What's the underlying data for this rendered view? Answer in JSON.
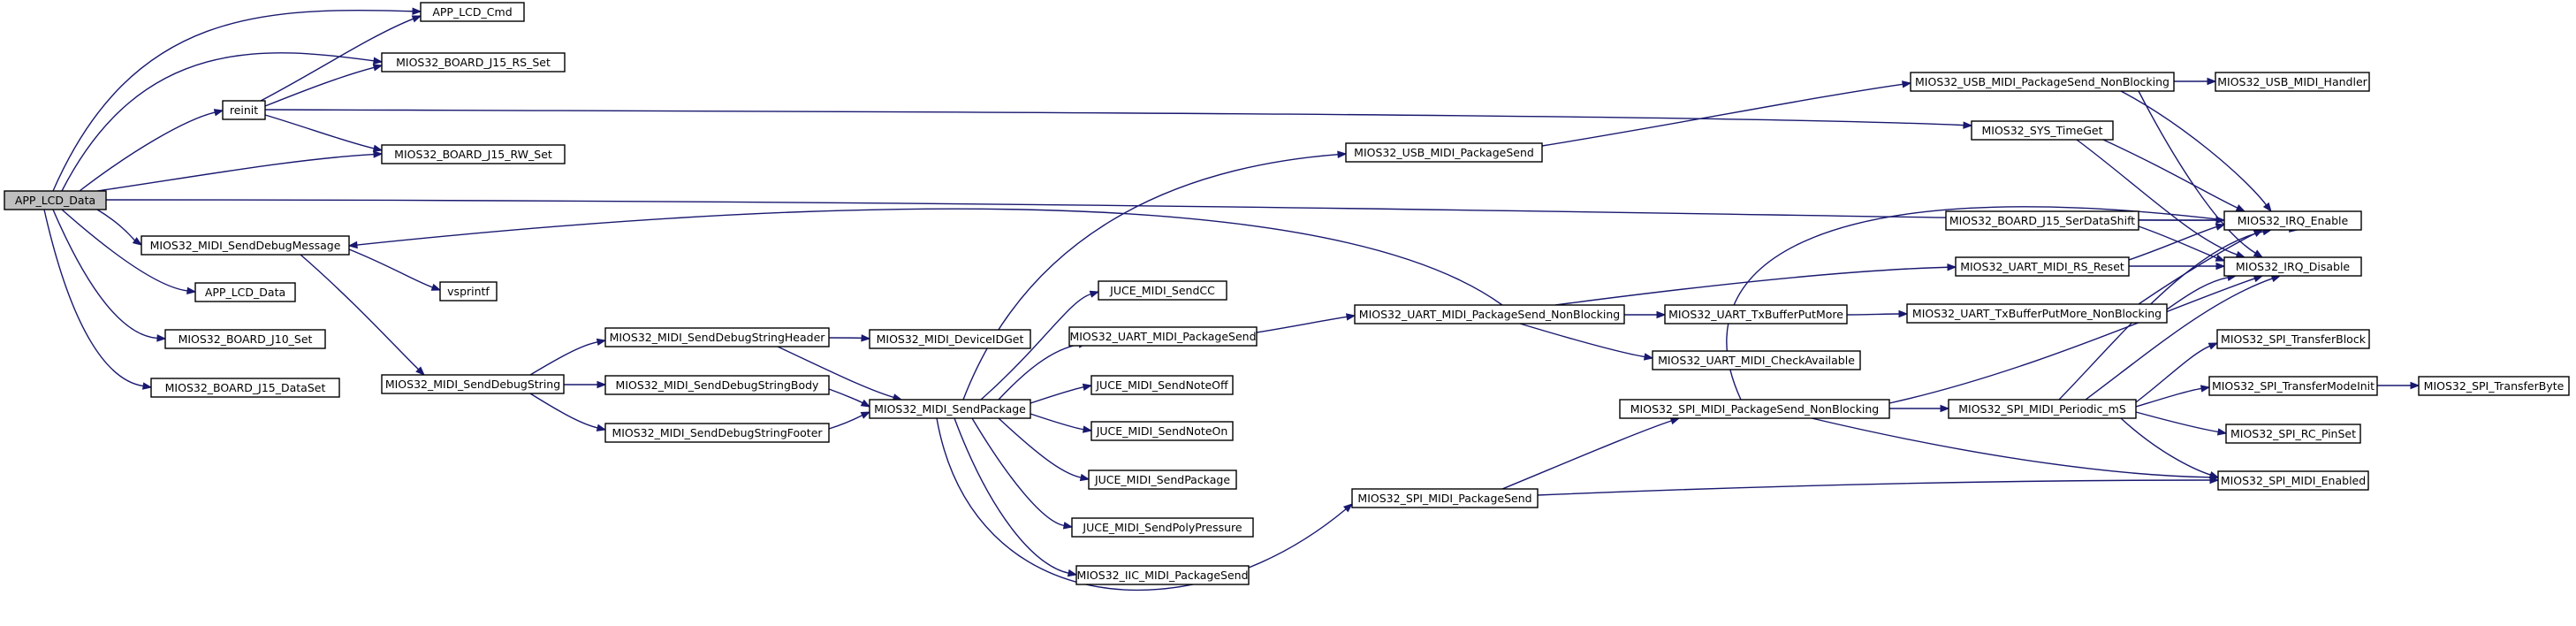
{
  "graph": {
    "root": "APP_LCD_Data",
    "edge_color": "#191970",
    "root_fill": "#bfbfbf",
    "nodes": [
      {
        "id": "app_lcd_data_root",
        "label": "APP_LCD_Data",
        "root": true
      },
      {
        "id": "app_lcd_cmd",
        "label": "APP_LCD_Cmd"
      },
      {
        "id": "mios32_board_j15_rs_set",
        "label": "MIOS32_BOARD_J15_RS_Set"
      },
      {
        "id": "reinit",
        "label": "reinit"
      },
      {
        "id": "mios32_board_j15_rw_set",
        "label": "MIOS32_BOARD_J15_RW_Set"
      },
      {
        "id": "mios32_midi_senddebugmessage",
        "label": "MIOS32_MIDI_SendDebugMessage"
      },
      {
        "id": "app_lcd_data",
        "label": "APP_LCD_Data"
      },
      {
        "id": "mios32_board_j10_set",
        "label": "MIOS32_BOARD_J10_Set"
      },
      {
        "id": "mios32_board_j15_dataset",
        "label": "MIOS32_BOARD_J15_DataSet"
      },
      {
        "id": "vsprintf",
        "label": "vsprintf"
      },
      {
        "id": "mios32_midi_senddebugstring",
        "label": "MIOS32_MIDI_SendDebugString"
      },
      {
        "id": "mios32_midi_senddebugstringheader",
        "label": "MIOS32_MIDI_SendDebugStringHeader"
      },
      {
        "id": "mios32_midi_senddebugstringbody",
        "label": "MIOS32_MIDI_SendDebugStringBody"
      },
      {
        "id": "mios32_midi_senddebugstringfooter",
        "label": "MIOS32_MIDI_SendDebugStringFooter"
      },
      {
        "id": "mios32_midi_deviceidget",
        "label": "MIOS32_MIDI_DeviceIDGet"
      },
      {
        "id": "mios32_midi_sendpackage",
        "label": "MIOS32_MIDI_SendPackage"
      },
      {
        "id": "mios32_usb_midi_packagesend",
        "label": "MIOS32_USB_MIDI_PackageSend"
      },
      {
        "id": "juce_midi_sendcc",
        "label": "JUCE_MIDI_SendCC"
      },
      {
        "id": "mios32_uart_midi_packagesend",
        "label": "MIOS32_UART_MIDI_PackageSend"
      },
      {
        "id": "juce_midi_sendnoteoff",
        "label": "JUCE_MIDI_SendNoteOff"
      },
      {
        "id": "juce_midi_sendnoteon",
        "label": "JUCE_MIDI_SendNoteOn"
      },
      {
        "id": "juce_midi_sendpackage",
        "label": "JUCE_MIDI_SendPackage"
      },
      {
        "id": "juce_midi_sendpolypressure",
        "label": "JUCE_MIDI_SendPolyPressure"
      },
      {
        "id": "mios32_iic_midi_packagesend",
        "label": "MIOS32_IIC_MIDI_PackageSend"
      },
      {
        "id": "mios32_spi_midi_packagesend",
        "label": "MIOS32_SPI_MIDI_PackageSend"
      },
      {
        "id": "mios32_uart_midi_packagesend_nonblocking",
        "label": "MIOS32_UART_MIDI_PackageSend_NonBlocking"
      },
      {
        "id": "mios32_spi_midi_packagesend_nonblocking",
        "label": "MIOS32_SPI_MIDI_PackageSend_NonBlocking"
      },
      {
        "id": "mios32_usb_midi_packagesend_nonblocking",
        "label": "MIOS32_USB_MIDI_PackageSend_NonBlocking"
      },
      {
        "id": "mios32_sys_timeget",
        "label": "MIOS32_SYS_TimeGet"
      },
      {
        "id": "mios32_board_j15_serdatashift",
        "label": "MIOS32_BOARD_J15_SerDataShift"
      },
      {
        "id": "mios32_uart_midi_rs_reset",
        "label": "MIOS32_UART_MIDI_RS_Reset"
      },
      {
        "id": "mios32_uart_txbufferputmore",
        "label": "MIOS32_UART_TxBufferPutMore"
      },
      {
        "id": "mios32_uart_midi_checkavailable",
        "label": "MIOS32_UART_MIDI_CheckAvailable"
      },
      {
        "id": "mios32_spi_midi_periodic_ms",
        "label": "MIOS32_SPI_MIDI_Periodic_mS"
      },
      {
        "id": "mios32_usb_midi_handler",
        "label": "MIOS32_USB_MIDI_Handler"
      },
      {
        "id": "mios32_uart_txbufferputmore_nonblocking",
        "label": "MIOS32_UART_TxBufferPutMore_NonBlocking"
      },
      {
        "id": "mios32_irq_enable",
        "label": "MIOS32_IRQ_Enable"
      },
      {
        "id": "mios32_irq_disable",
        "label": "MIOS32_IRQ_Disable"
      },
      {
        "id": "mios32_spi_transferblock",
        "label": "MIOS32_SPI_TransferBlock"
      },
      {
        "id": "mios32_spi_transfermodeinit",
        "label": "MIOS32_SPI_TransferModeInit"
      },
      {
        "id": "mios32_spi_rc_pinset",
        "label": "MIOS32_SPI_RC_PinSet"
      },
      {
        "id": "mios32_spi_midi_enabled",
        "label": "MIOS32_SPI_MIDI_Enabled"
      },
      {
        "id": "mios32_spi_transferbyte",
        "label": "MIOS32_SPI_TransferByte"
      }
    ],
    "edges": [
      [
        "app_lcd_data_root",
        "app_lcd_cmd"
      ],
      [
        "app_lcd_data_root",
        "mios32_board_j15_rs_set"
      ],
      [
        "app_lcd_data_root",
        "reinit"
      ],
      [
        "app_lcd_data_root",
        "mios32_board_j15_rw_set"
      ],
      [
        "app_lcd_data_root",
        "mios32_irq_enable"
      ],
      [
        "app_lcd_data_root",
        "mios32_midi_senddebugmessage"
      ],
      [
        "app_lcd_data_root",
        "app_lcd_data"
      ],
      [
        "app_lcd_data_root",
        "mios32_board_j10_set"
      ],
      [
        "app_lcd_data_root",
        "mios32_board_j15_dataset"
      ],
      [
        "reinit",
        "app_lcd_cmd"
      ],
      [
        "reinit",
        "mios32_board_j15_rs_set"
      ],
      [
        "reinit",
        "mios32_board_j15_rw_set"
      ],
      [
        "reinit",
        "mios32_sys_timeget"
      ],
      [
        "mios32_midi_senddebugmessage",
        "vsprintf"
      ],
      [
        "mios32_midi_senddebugmessage",
        "mios32_midi_senddebugstring"
      ],
      [
        "mios32_midi_senddebugstring",
        "mios32_midi_senddebugstringheader"
      ],
      [
        "mios32_midi_senddebugstring",
        "mios32_midi_senddebugstringbody"
      ],
      [
        "mios32_midi_senddebugstring",
        "mios32_midi_senddebugstringfooter"
      ],
      [
        "mios32_midi_senddebugstringheader",
        "mios32_midi_deviceidget"
      ],
      [
        "mios32_midi_senddebugstringheader",
        "mios32_midi_sendpackage"
      ],
      [
        "mios32_midi_senddebugstringbody",
        "mios32_midi_sendpackage"
      ],
      [
        "mios32_midi_senddebugstringfooter",
        "mios32_midi_sendpackage"
      ],
      [
        "mios32_midi_sendpackage",
        "mios32_usb_midi_packagesend"
      ],
      [
        "mios32_midi_sendpackage",
        "juce_midi_sendcc"
      ],
      [
        "mios32_midi_sendpackage",
        "mios32_uart_midi_packagesend"
      ],
      [
        "mios32_midi_sendpackage",
        "juce_midi_sendnoteoff"
      ],
      [
        "mios32_midi_sendpackage",
        "juce_midi_sendnoteon"
      ],
      [
        "mios32_midi_sendpackage",
        "juce_midi_sendpackage"
      ],
      [
        "mios32_midi_sendpackage",
        "juce_midi_sendpolypressure"
      ],
      [
        "mios32_midi_sendpackage",
        "mios32_iic_midi_packagesend"
      ],
      [
        "mios32_midi_sendpackage",
        "mios32_spi_midi_packagesend"
      ],
      [
        "mios32_usb_midi_packagesend",
        "mios32_usb_midi_packagesend_nonblocking"
      ],
      [
        "mios32_uart_midi_packagesend",
        "mios32_uart_midi_packagesend_nonblocking"
      ],
      [
        "mios32_uart_midi_packagesend_nonblocking",
        "mios32_midi_senddebugmessage"
      ],
      [
        "mios32_uart_midi_packagesend_nonblocking",
        "mios32_uart_midi_rs_reset"
      ],
      [
        "mios32_uart_midi_packagesend_nonblocking",
        "mios32_uart_txbufferputmore"
      ],
      [
        "mios32_uart_midi_packagesend_nonblocking",
        "mios32_uart_midi_checkavailable"
      ],
      [
        "mios32_spi_midi_packagesend",
        "mios32_spi_midi_packagesend_nonblocking"
      ],
      [
        "mios32_spi_midi_packagesend",
        "mios32_spi_midi_enabled"
      ],
      [
        "mios32_spi_midi_packagesend_nonblocking",
        "mios32_irq_enable"
      ],
      [
        "mios32_spi_midi_packagesend_nonblocking",
        "mios32_irq_disable"
      ],
      [
        "mios32_spi_midi_packagesend_nonblocking",
        "mios32_spi_midi_periodic_ms"
      ],
      [
        "mios32_spi_midi_packagesend_nonblocking",
        "mios32_spi_midi_enabled"
      ],
      [
        "mios32_usb_midi_packagesend_nonblocking",
        "mios32_usb_midi_handler"
      ],
      [
        "mios32_usb_midi_packagesend_nonblocking",
        "mios32_irq_enable"
      ],
      [
        "mios32_usb_midi_packagesend_nonblocking",
        "mios32_irq_disable"
      ],
      [
        "mios32_sys_timeget",
        "mios32_irq_enable"
      ],
      [
        "mios32_sys_timeget",
        "mios32_irq_disable"
      ],
      [
        "mios32_board_j15_serdatashift",
        "mios32_irq_enable"
      ],
      [
        "mios32_board_j15_serdatashift",
        "mios32_irq_disable"
      ],
      [
        "mios32_uart_midi_rs_reset",
        "mios32_irq_enable"
      ],
      [
        "mios32_uart_midi_rs_reset",
        "mios32_irq_disable"
      ],
      [
        "mios32_uart_txbufferputmore",
        "mios32_uart_txbufferputmore_nonblocking"
      ],
      [
        "mios32_uart_txbufferputmore_nonblocking",
        "mios32_irq_enable"
      ],
      [
        "mios32_uart_txbufferputmore_nonblocking",
        "mios32_irq_disable"
      ],
      [
        "mios32_spi_midi_periodic_ms",
        "mios32_irq_enable"
      ],
      [
        "mios32_spi_midi_periodic_ms",
        "mios32_irq_disable"
      ],
      [
        "mios32_spi_midi_periodic_ms",
        "mios32_spi_transferblock"
      ],
      [
        "mios32_spi_midi_periodic_ms",
        "mios32_spi_transfermodeinit"
      ],
      [
        "mios32_spi_midi_periodic_ms",
        "mios32_spi_rc_pinset"
      ],
      [
        "mios32_spi_midi_periodic_ms",
        "mios32_spi_midi_enabled"
      ],
      [
        "mios32_spi_transfermodeinit",
        "mios32_spi_transferbyte"
      ]
    ]
  }
}
